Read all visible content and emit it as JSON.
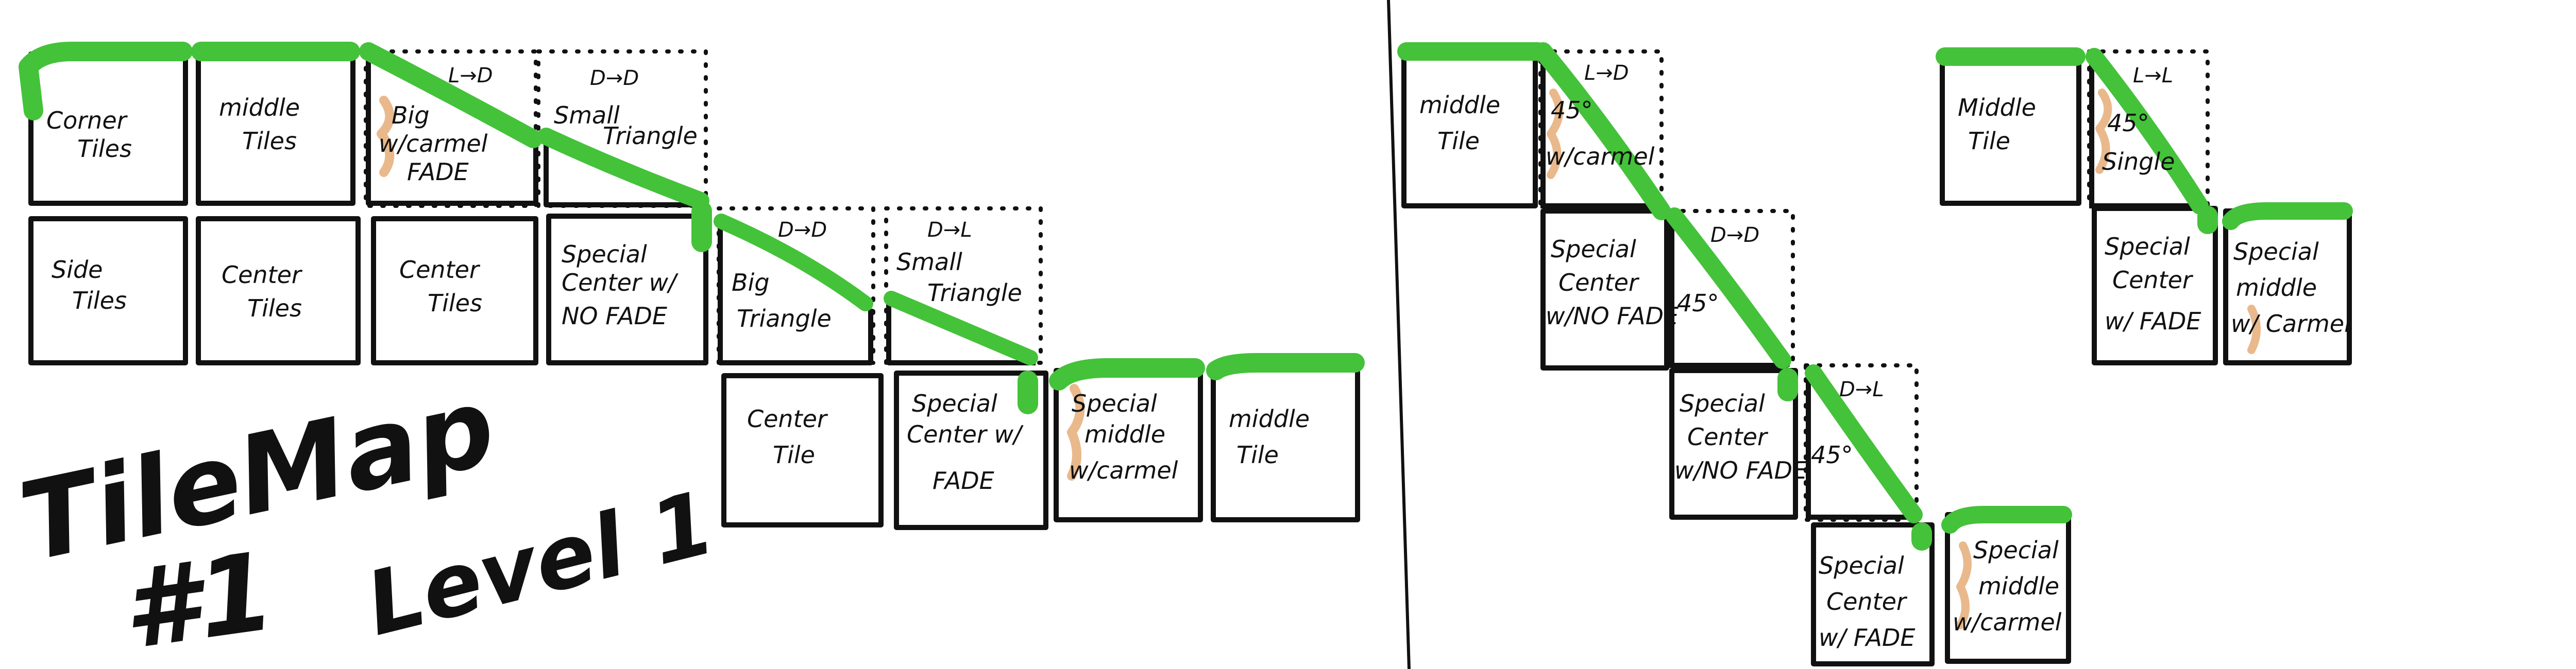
{
  "colors": {
    "grass": "#44c23a",
    "caramel": "#e9b98c",
    "ink": "#111111"
  },
  "title": {
    "line1": "TileMap",
    "line2": "#1",
    "level": "Level 1"
  },
  "left_tilemap": {
    "row1": [
      {
        "label": [
          "Corner",
          "Tiles"
        ]
      },
      {
        "label": [
          "middle",
          "Tiles"
        ]
      },
      {
        "header": "L→D",
        "label": [
          "Big",
          "w/carmel",
          "FADE"
        ]
      },
      {
        "header": "D→D",
        "label": [
          "Small",
          "Triangle"
        ]
      }
    ],
    "row2": [
      {
        "label": [
          "Side",
          "Tiles"
        ]
      },
      {
        "label": [
          "Center",
          "Tiles"
        ]
      },
      {
        "label": [
          "Center",
          "Tiles"
        ]
      },
      {
        "label": [
          "Special",
          "Center w/",
          "NO FADE"
        ]
      },
      {
        "header": "D→D",
        "label": [
          "Big",
          "Triangle"
        ]
      },
      {
        "header": "D→L",
        "label": [
          "Small",
          "Triangle"
        ]
      }
    ],
    "row3": [
      {
        "label": [
          "Center",
          "Tile"
        ]
      },
      {
        "label": [
          "Special",
          "Center w/",
          "FADE"
        ]
      },
      {
        "label": [
          "Special",
          "middle",
          "w/carmel"
        ]
      },
      {
        "label": [
          "middle",
          "Tile"
        ]
      }
    ]
  },
  "right_steep": {
    "tiles": [
      {
        "label": [
          "middle",
          "Tile"
        ]
      },
      {
        "header": "L→D",
        "label": [
          "45°",
          "w/carmel"
        ]
      },
      {
        "label": [
          "Special",
          "Center",
          "w/NO FADE"
        ]
      },
      {
        "header": "D→D",
        "label": [
          "45°"
        ]
      },
      {
        "label": [
          "Special",
          "Center",
          "w/NO FADE"
        ]
      },
      {
        "header": "D→L",
        "label": [
          "45°"
        ]
      },
      {
        "label": [
          "Special",
          "Center",
          "w/ FADE"
        ]
      },
      {
        "label": [
          "Special",
          "middle",
          "w/carmel"
        ]
      }
    ]
  },
  "right_single": {
    "tiles": [
      {
        "label": [
          "Middle",
          "Tile"
        ]
      },
      {
        "header": "L→L",
        "label": [
          "45°",
          "Single"
        ]
      },
      {
        "label": [
          "Special",
          "Center",
          "w/ FADE"
        ]
      },
      {
        "label": [
          "Special",
          "middle",
          "w/ Carmel"
        ]
      }
    ]
  }
}
